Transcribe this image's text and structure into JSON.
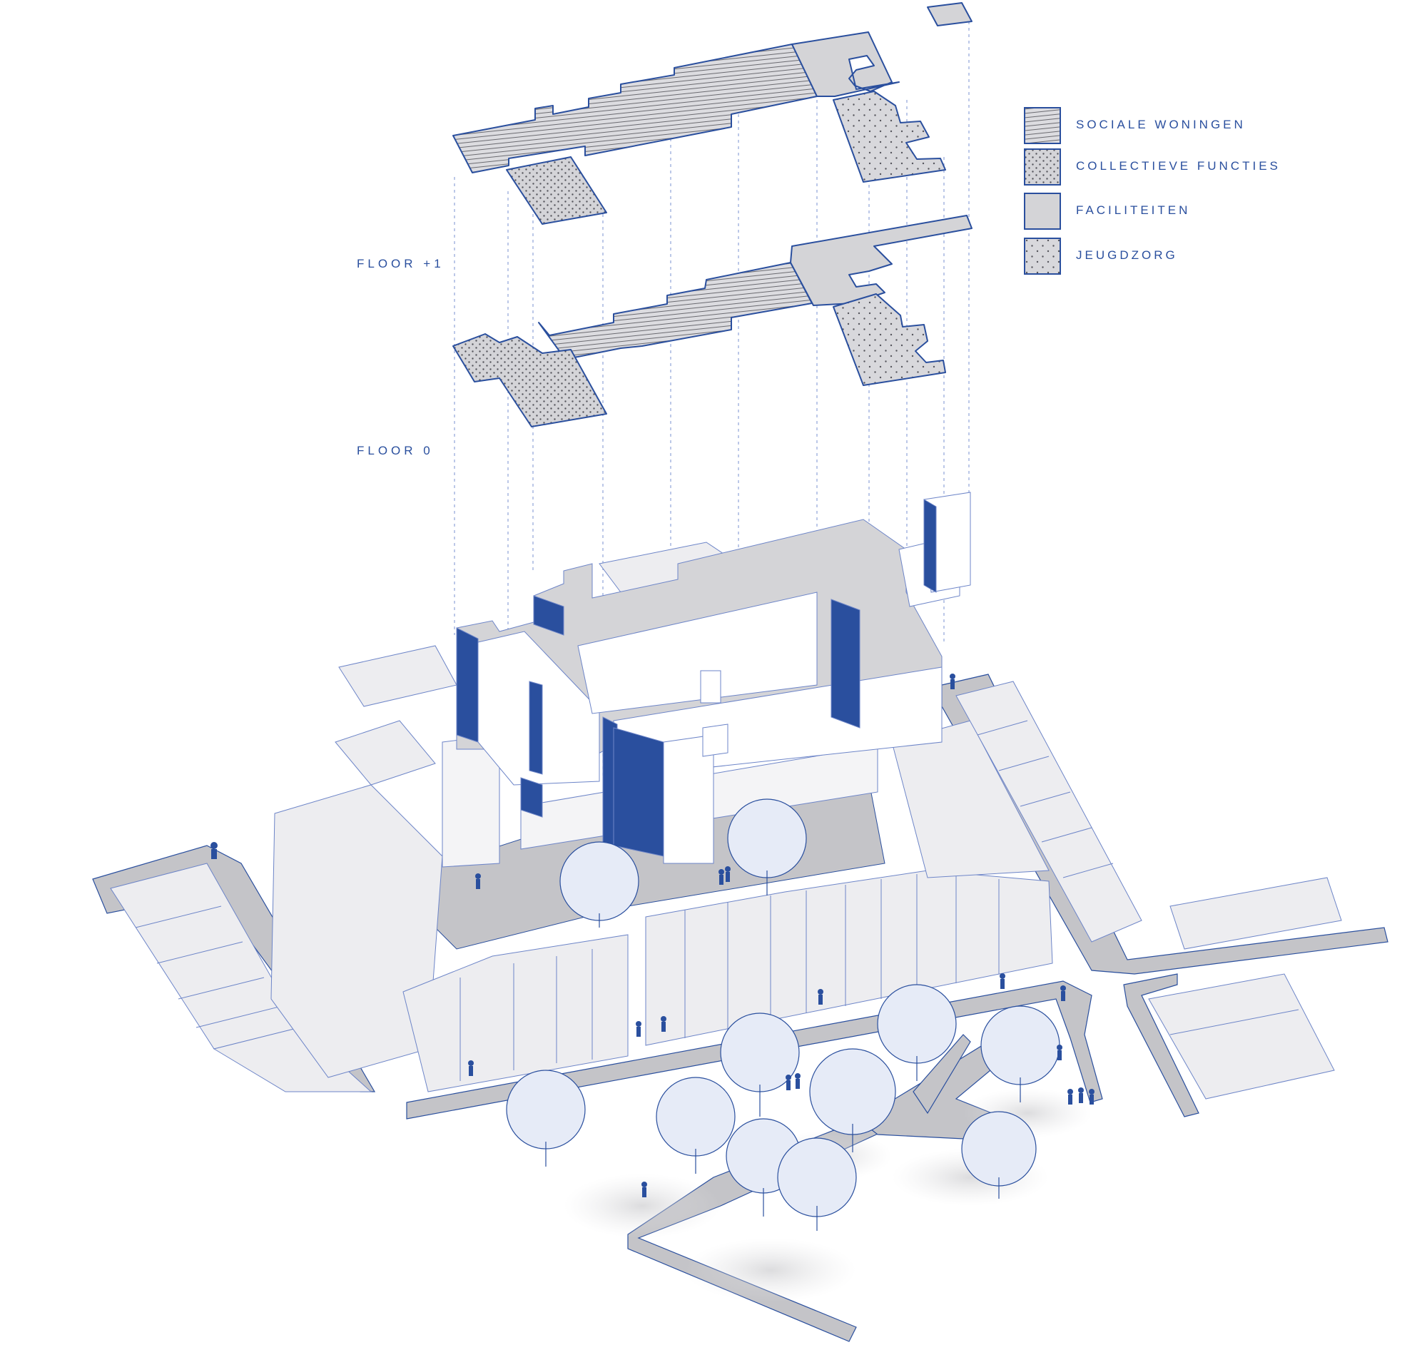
{
  "colors": {
    "accent": "#2a4f9e",
    "plan_fill": "#d4d4d7",
    "ground_fill": "#c4c4c8",
    "building_light": "#ededf0",
    "hatch_line": "#6a6a70",
    "dots": "#595960"
  },
  "floor_labels": {
    "floor1": "FLOOR +1",
    "floor0": "FLOOR 0"
  },
  "legend": [
    {
      "label": "SOCIALE WONINGEN",
      "pattern": "hatch"
    },
    {
      "label": "COLLECTIEVE FUNCTIES",
      "pattern": "dots-dense"
    },
    {
      "label": "FACILITEITEN",
      "pattern": "solid"
    },
    {
      "label": "JEUGDZORG",
      "pattern": "dots-sparse"
    }
  ]
}
